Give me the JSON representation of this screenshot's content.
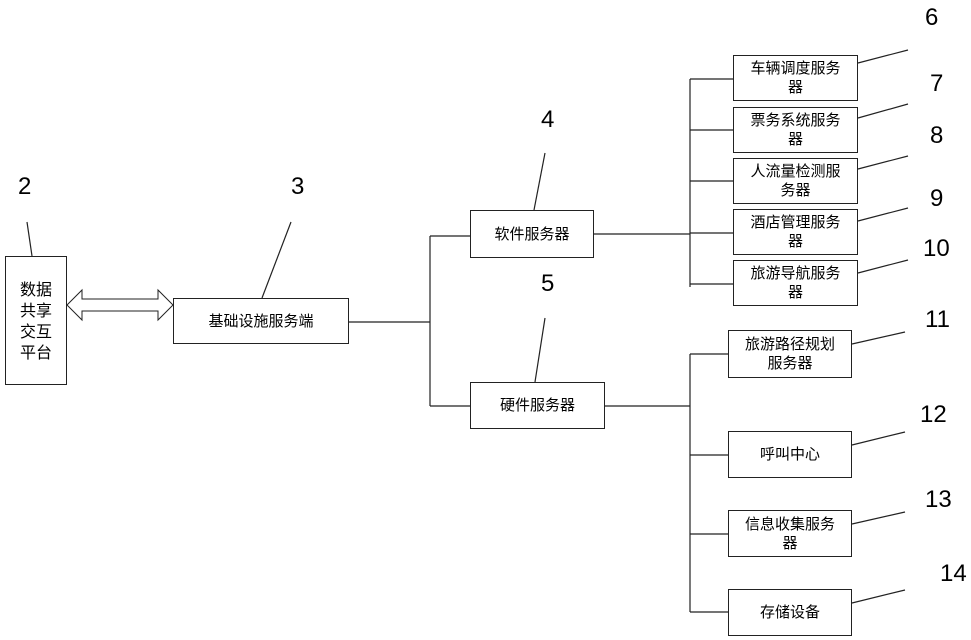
{
  "colors": {
    "line": "#222222",
    "box_border": "#222222",
    "background": "#ffffff",
    "text": "#000000"
  },
  "nodes": {
    "platform": {
      "label": "数据共享交互平台",
      "ref": "2"
    },
    "infrastructure": {
      "label": "基础设施服务端",
      "ref": "3"
    },
    "software": {
      "label": "软件服务器",
      "ref": "4"
    },
    "hardware": {
      "label": "硬件服务器",
      "ref": "5"
    },
    "vehicle_dispatch": {
      "label": "车辆调度服务器",
      "ref": "6"
    },
    "ticketing": {
      "label": "票务系统服务器",
      "ref": "7"
    },
    "crowd_detect": {
      "label": "人流量检测服务器",
      "ref": "8"
    },
    "hotel_mgmt": {
      "label": "酒店管理服务器",
      "ref": "9"
    },
    "tour_nav": {
      "label": "旅游导航服务器",
      "ref": "10"
    },
    "route_plan": {
      "label": "旅游路径规划服务器",
      "ref": "11"
    },
    "call_center": {
      "label": "呼叫中心",
      "ref": "12"
    },
    "info_collect": {
      "label": "信息收集服务器",
      "ref": "13"
    },
    "storage": {
      "label": "存储设备",
      "ref": "14"
    }
  }
}
